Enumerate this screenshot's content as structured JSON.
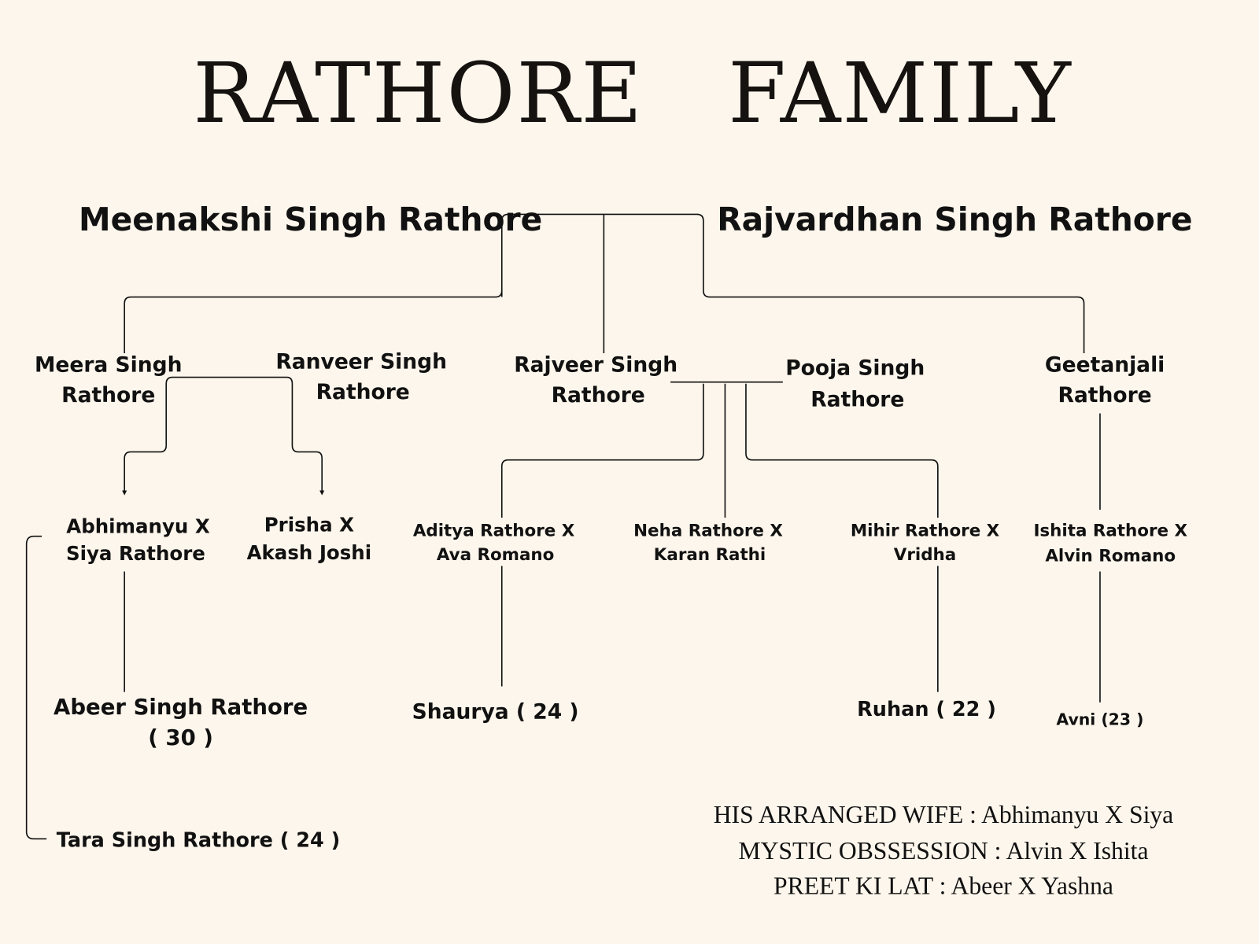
{
  "title": "RATHORE   FAMILY",
  "grandparents": {
    "left": "Meenakshi Singh Rathore",
    "right": "Rajvardhan Singh Rathore"
  },
  "children": {
    "meera": [
      "Meera Singh",
      "Rathore"
    ],
    "ranveer": [
      "Ranveer Singh",
      "Rathore"
    ],
    "rajveer": [
      "Rajveer Singh",
      "Rathore"
    ],
    "pooja": [
      "Pooja Singh",
      "Rathore"
    ],
    "geetanjali": [
      "Geetanjali",
      "Rathore"
    ]
  },
  "couples": {
    "abhimanyu": [
      "Abhimanyu  X",
      "Siya Rathore"
    ],
    "prisha": [
      "Prisha  X",
      "Akash Joshi"
    ],
    "aditya": [
      "Aditya Rathore  X",
      "Ava Romano"
    ],
    "neha": [
      "Neha Rathore  X",
      "Karan Rathi"
    ],
    "mihir": [
      "Mihir Rathore  X",
      "Vridha"
    ],
    "ishita": [
      "Ishita Rathore  X",
      "Alvin Romano"
    ]
  },
  "grandchildren": {
    "abeer": [
      "Abeer Singh Rathore",
      "( 30 )"
    ],
    "shaurya": "Shaurya ( 24 )",
    "ruhan": "Ruhan ( 22 )",
    "avni": "Avni (23 )",
    "tara": "Tara Singh Rathore ( 24 )"
  },
  "legend": [
    "HIS ARRANGED WIFE : Abhimanyu  X  Siya",
    "MYSTIC OBSSESSION : Alvin  X  Ishita",
    "PREET KI LAT : Abeer  X  Yashna"
  ]
}
